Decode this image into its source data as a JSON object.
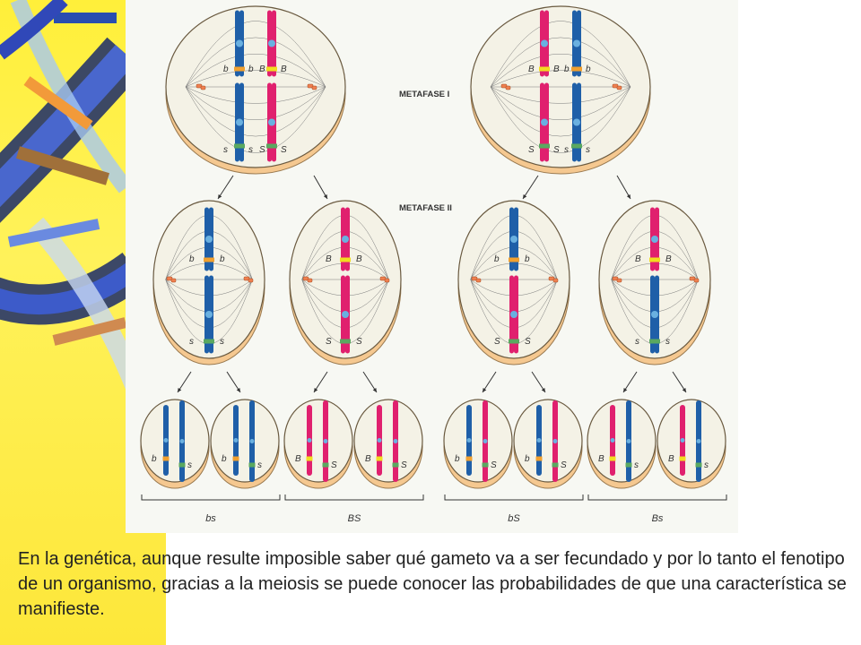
{
  "figure": {
    "stage_labels": [
      "METAFASE I",
      "METAFASE II"
    ],
    "metaphase1_labels": {
      "b": "b",
      "B": "B",
      "s": "s",
      "S": "S"
    },
    "gamete_groups": [
      "bs",
      "BS",
      "bS",
      "Bs"
    ],
    "colors": {
      "maternal": "#1f5fa8",
      "paternal": "#e0206e",
      "allele_b": "#f0a030",
      "allele_B": "#f2dc20",
      "allele_s": "#5aa860",
      "cell_fill": "#f4f2e6",
      "cell_shadow": "#f5c890"
    }
  },
  "caption": "En la genética, aunque resulte imposible saber qué gameto  va a ser fecundado y por lo tanto el fenotipo de un organismo, gracias a la meiosis se puede conocer las probabilidades de que una característica se manifieste."
}
